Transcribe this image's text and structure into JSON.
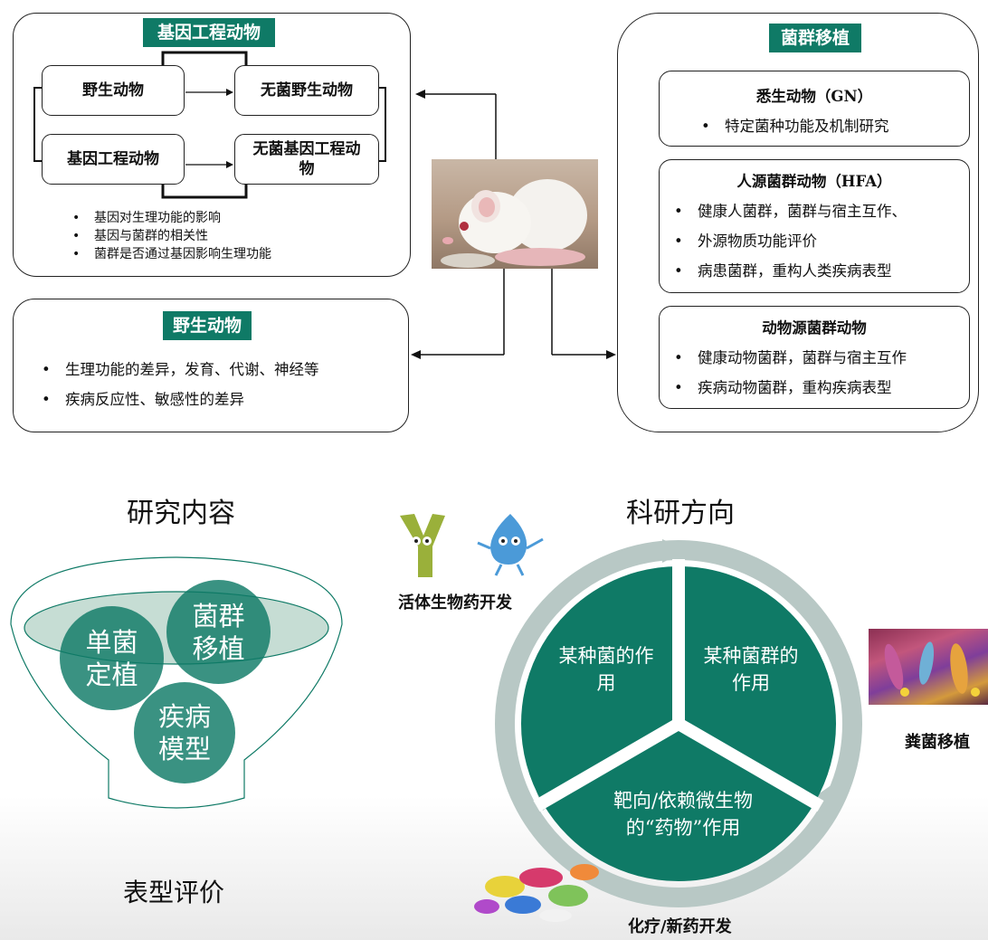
{
  "ge_panel": {
    "title": "基因工程动物",
    "box_wild": "野生动物",
    "box_germfree_wild": "无菌野生动物",
    "box_ge": "基因工程动物",
    "box_germfree_ge": "无菌基因工程动物",
    "bullets": [
      "基因对生理功能的影响",
      "基因与菌群的相关性",
      "菌群是否通过基因影响生理功能"
    ]
  },
  "wild_panel": {
    "title": "野生动物",
    "bullets": [
      "生理功能的差异，发育、代谢、神经等",
      "疾病反应性、敏感性的差异"
    ]
  },
  "transplant_panel": {
    "title": "菌群移植",
    "gn": {
      "title": "悉生动物（GN）",
      "bullets": [
        "特定菌种功能及机制研究"
      ]
    },
    "hfa": {
      "title": "人源菌群动物（HFA）",
      "bullets": [
        "健康人菌群，菌群与宿主互作、",
        "外源物质功能评价",
        "病患菌群，重构人类疾病表型"
      ]
    },
    "animal": {
      "title": "动物源菌群动物",
      "bullets": [
        "健康动物菌群，菌群与宿主互作",
        "疾病动物菌群，重构疾病表型"
      ]
    }
  },
  "research": {
    "heading": "研究内容",
    "circles": [
      "单菌定植",
      "菌群移植",
      "疾病模型"
    ],
    "circle_lines": [
      [
        "单菌",
        "定植"
      ],
      [
        "菌群",
        "移植"
      ],
      [
        "疾病",
        "模型"
      ]
    ],
    "output": "表型评价"
  },
  "direction": {
    "heading": "科研方向",
    "segments": [
      "某种菌的作用",
      "某种菌群的作用",
      "靶向/依赖微生物的“药物”作用"
    ],
    "segment_lines": [
      [
        "某种菌的作",
        "用"
      ],
      [
        "某种菌群的",
        "作用"
      ],
      [
        "靶向/依赖微生物",
        "的“药物”作用"
      ]
    ],
    "captions": {
      "live_biotherapeutics": "活体生物药开发",
      "fmt": "粪菌移植",
      "chemo": "化疗/新药开发"
    }
  },
  "colors": {
    "accent": "#0f7a66",
    "ring": "#b8c8c5",
    "circle": "#1a7d6c"
  }
}
